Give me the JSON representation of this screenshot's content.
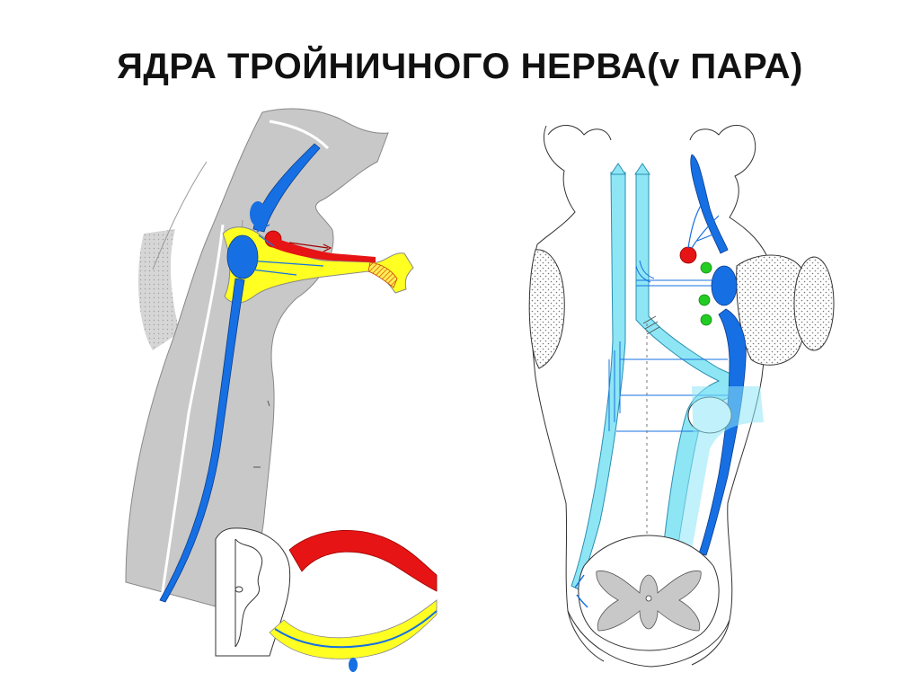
{
  "slide": {
    "title": "ЯДРА ТРОЙНИЧНОГО НЕРВА(v ПАРА)"
  },
  "colors": {
    "nucleus_blue": "#1670E3",
    "pathway_cyan": "#8EE6F5",
    "motor_red": "#E61414",
    "ganglion_yellow": "#FFFF22",
    "brainstem_gray": "#C8C8C8",
    "stippled_gray": "#D8D8D8",
    "green_nucleus": "#22CC22"
  },
  "diagram": {
    "left_panel": "sagittal-brainstem-trigeminal-nuclei",
    "right_panel": "dorsal-view-brainstem-trigeminal-pathways"
  }
}
